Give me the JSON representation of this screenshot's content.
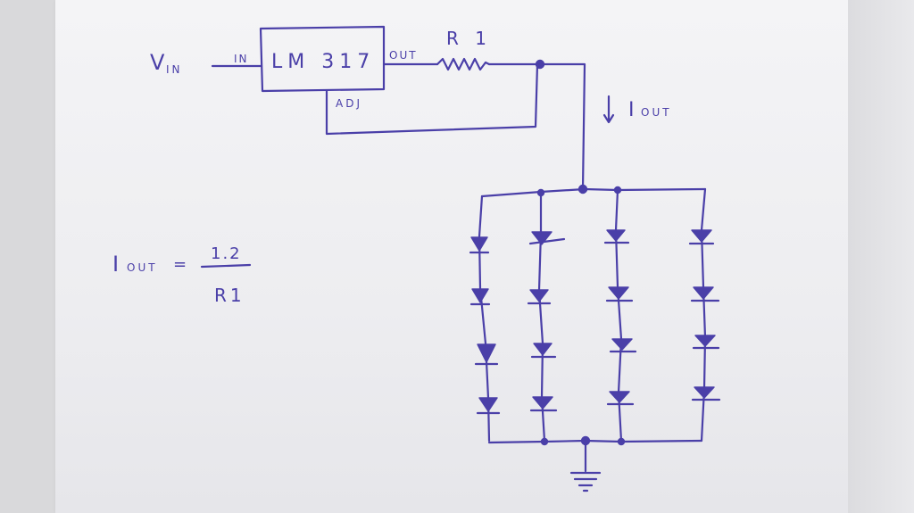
{
  "diagram": {
    "ink_color": "#4a3fa8",
    "paper_color": "#f1f1f3",
    "labels": {
      "vin_main": "V",
      "vin_sub": "IN",
      "pin_in": "IN",
      "regulator": "LM 317",
      "pin_out": "OUT",
      "resistor": "R 1",
      "pin_adj": "ADJ",
      "current_main": "I",
      "current_sub": "OUT"
    },
    "formula": {
      "lhs_main": "I",
      "lhs_sub": "OUT",
      "equals": "=",
      "numerator": "1.2",
      "denominator": "R1"
    },
    "led_array": {
      "columns": 4,
      "leds_per_column": 4
    },
    "ground": "ground-symbol"
  }
}
